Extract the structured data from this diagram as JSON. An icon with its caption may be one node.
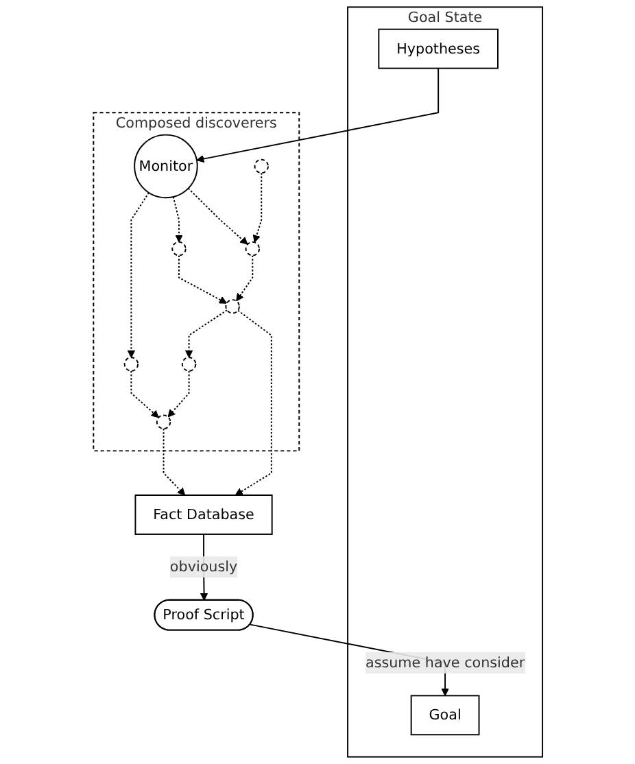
{
  "diagram": {
    "nodes": [
      {
        "text": [
          "Goal State"
        ]
      },
      {
        "text": [
          "Hypotheses"
        ],
        "in": 0
      },
      {
        "text": [
          "Goal"
        ],
        "in": 0
      },
      {
        "text": [
          "Proof Script"
        ]
      },
      {
        "text": [
          "Composed discoverers"
        ]
      },
      {
        "text": [
          "Monitor"
        ],
        "in": 4
      },
      {
        "text": [],
        "shape": "circle",
        "in": 4
      },
      {
        "text": [],
        "shape": "circle",
        "in": 4
      },
      {
        "text": [],
        "shape": "circle",
        "in": 4
      },
      {
        "text": [],
        "shape": "circle",
        "in": 4
      },
      {
        "text": [],
        "shape": "circle",
        "in": 4
      },
      {
        "text": [],
        "shape": "circle",
        "in": 4
      },
      {
        "text": [],
        "shape": "circle",
        "in": 4
      },
      {
        "text": [
          "Fact Database"
        ]
      }
    ],
    "edges": [
      {
        "from": 3,
        "to": 2,
        "arrow": "to",
        "label": "assume have consider"
      },
      {
        "from": 1,
        "to": 5,
        "arrow": "to"
      },
      {
        "from": 5,
        "to": 7,
        "arrow": "to",
        "style": "dashed"
      },
      {
        "from": 5,
        "to": 8,
        "arrow": "to",
        "style": "dashed"
      },
      {
        "from": 5,
        "to": 9,
        "arrow": "to",
        "style": "dashed"
      },
      {
        "from": 6,
        "to": 9,
        "arrow": "to",
        "style": "dashed"
      },
      {
        "from": 8,
        "to": 11,
        "arrow": "to",
        "style": "dashed"
      },
      {
        "from": 9,
        "to": 11,
        "arrow": "to",
        "style": "dashed"
      },
      {
        "from": 11,
        "to": 10,
        "arrow": "to",
        "style": "dashed"
      },
      {
        "from": 7,
        "to": 12,
        "arrow": "to",
        "style": "dashed"
      },
      {
        "from": 10,
        "to": 12,
        "arrow": "to",
        "style": "dashed"
      },
      {
        "from": 11,
        "to": 13,
        "arrow": "to",
        "style": "dashed"
      },
      {
        "from": 12,
        "to": 13,
        "arrow": "to",
        "style": "dashed"
      },
      {
        "from": 13,
        "to": 3,
        "arrow": "to",
        "label": "obviously"
      }
    ]
  }
}
